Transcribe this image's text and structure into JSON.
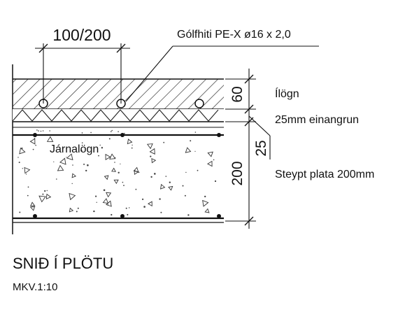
{
  "dimensions": {
    "spacing": "100/200",
    "screed": "60",
    "insulation": "25",
    "slab": "200"
  },
  "labels": {
    "pipe": "Gólfhiti PE-X  ø16 x 2,0",
    "screed": "Ílögn",
    "insulation": "25mm einangrun",
    "rebar": "Járnalögn",
    "slab": "Steypt plata 200mm"
  },
  "title": {
    "main": "SNIÐ Í PLÖTU",
    "scale": "MKV.1:10"
  }
}
